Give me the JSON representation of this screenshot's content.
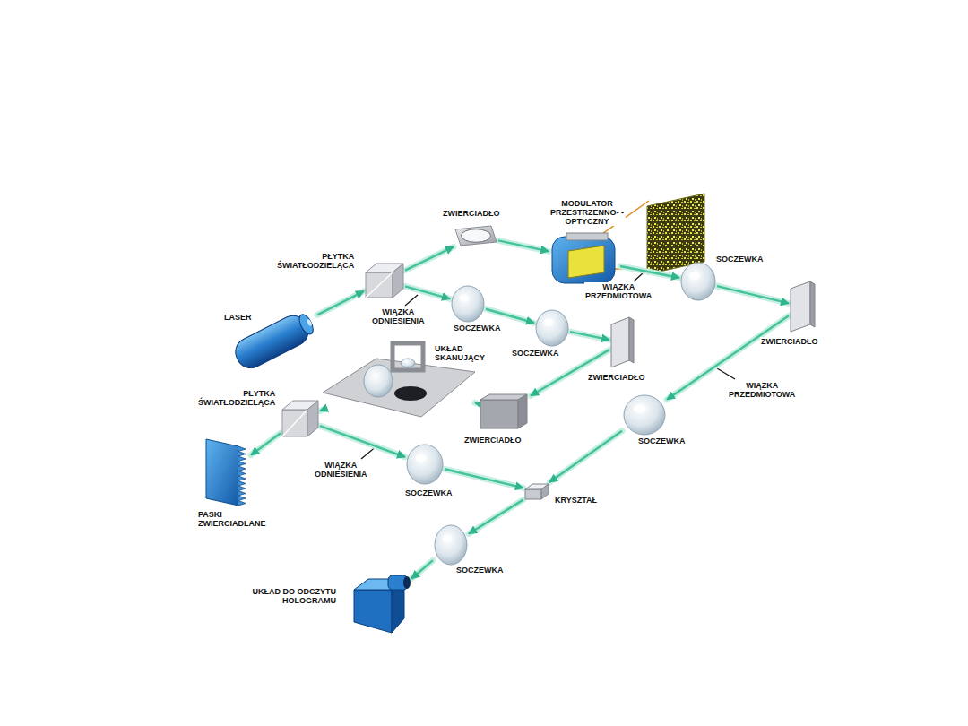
{
  "diagram": {
    "nodes": [
      {
        "text": [
          "ZWIERCIADŁO"
        ]
      },
      {
        "text": [
          "MODULATOR PRZESTRZENNO- -OPTYCZNY"
        ]
      },
      {
        "text": [
          "PŁYTKA ŚWIATŁODZIELĄCA"
        ]
      },
      {
        "text": [
          "SOCZEWKA"
        ]
      },
      {
        "text": [
          "LASER"
        ]
      },
      {
        "text": [
          "SOCZEWKA"
        ]
      },
      {
        "text": [
          "SOCZEWKA"
        ]
      },
      {
        "text": [
          "ZWIERCIADŁO"
        ]
      },
      {
        "text": [
          "ZWIERCIADŁO"
        ]
      },
      {
        "text": [
          "UKŁAD SKANUJĄCY"
        ]
      },
      {
        "text": [
          "ZWIERCIADŁO"
        ]
      },
      {
        "text": [
          "SOCZEWKA"
        ]
      },
      {
        "text": [
          "PŁYTKA ŚWIATŁODZIELĄCA"
        ]
      },
      {
        "text": [
          "PASKI ZWIERCIADLANE"
        ]
      },
      {
        "text": [
          "SOCZEWKA"
        ]
      },
      {
        "text": [
          "KRYSZTAŁ"
        ]
      },
      {
        "text": [
          "SOCZEWKA"
        ]
      },
      {
        "text": [
          "UKŁAD DO ODCZYTU HOLOGRAMU"
        ]
      }
    ],
    "edges": [
      {
        "from": 4,
        "to": 2,
        "arrow": "to"
      },
      {
        "from": 2,
        "to": 0,
        "arrow": "to"
      },
      {
        "from": 0,
        "to": 1,
        "arrow": "to"
      },
      {
        "from": 1,
        "to": 3,
        "arrow": "to"
      },
      {
        "from": 3,
        "to": 7,
        "arrow": "to"
      },
      {
        "from": 7,
        "to": 11,
        "arrow": "to"
      },
      {
        "from": 11,
        "to": 15,
        "arrow": "to"
      },
      {
        "from": 2,
        "to": 5,
        "arrow": "to"
      },
      {
        "from": 5,
        "to": 6,
        "arrow": "to"
      },
      {
        "from": 6,
        "to": 8,
        "arrow": "to"
      },
      {
        "from": 8,
        "to": 10,
        "arrow": "to"
      },
      {
        "from": 10,
        "to": 9,
        "arrow": "to"
      },
      {
        "from": 9,
        "to": 12,
        "arrow": "to"
      },
      {
        "from": 12,
        "to": 13,
        "arrow": "to"
      },
      {
        "from": 12,
        "to": 14,
        "arrow": "to"
      },
      {
        "from": 14,
        "to": 15,
        "arrow": "to"
      },
      {
        "from": 15,
        "to": 16,
        "arrow": "to"
      },
      {
        "from": 16,
        "to": 17,
        "arrow": "to"
      }
    ],
    "labels": [
      "WIĄZKA ODNIESIENIA",
      "WIĄZKA PRZEDMIOTOWA",
      "WIĄZKA PRZEDMIOTOWA",
      "WIĄZKA ODNIESIENIA"
    ]
  }
}
